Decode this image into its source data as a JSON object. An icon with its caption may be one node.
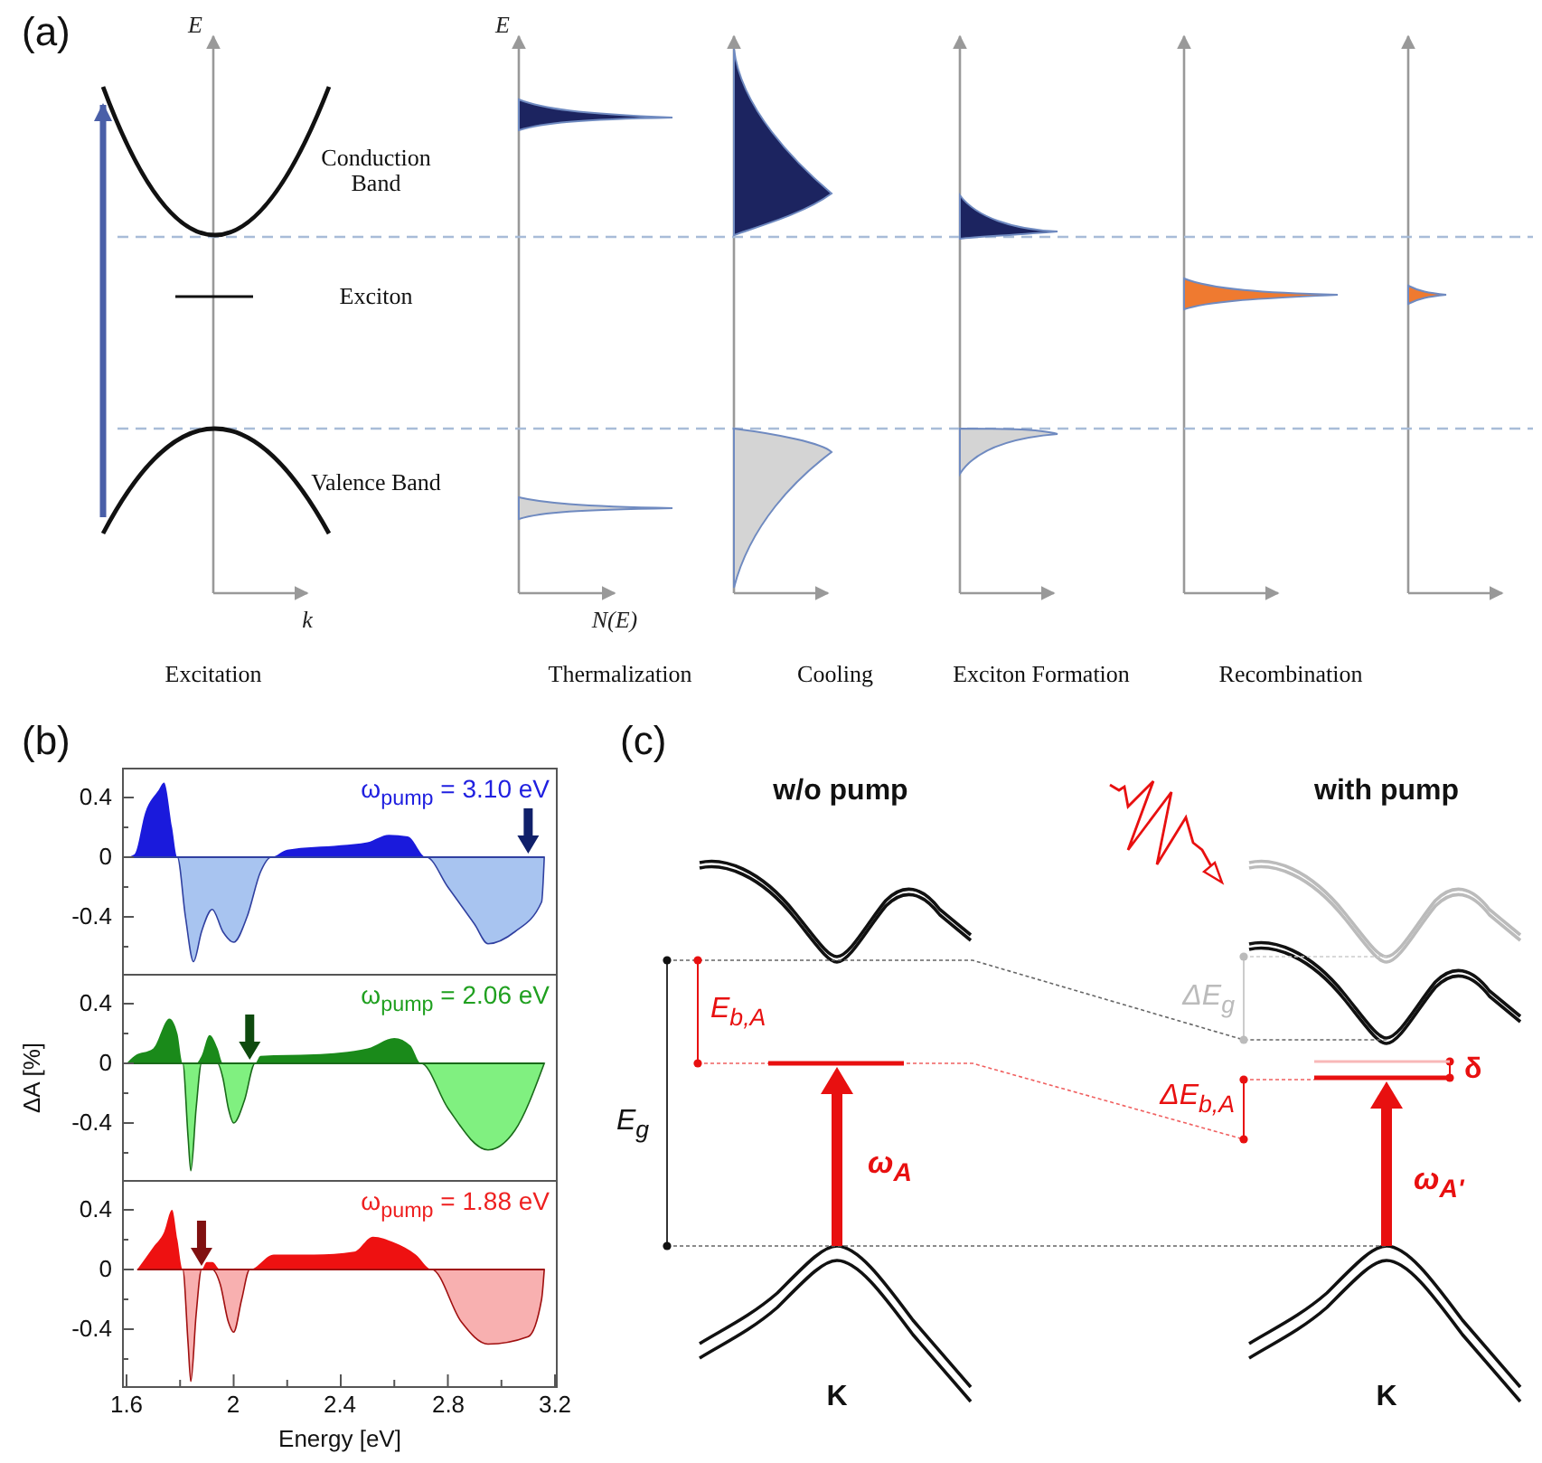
{
  "diagram": {
    "labels": [
      "(a)",
      "E",
      "E",
      "Conduction Band",
      "Exciton",
      "Valence Band",
      "k",
      "N(E)",
      "Excitation",
      "Thermalization",
      "Cooling",
      "Exciton Formation",
      "Recombination",
      "(b)",
      "ω$_{pump}$ = 3.10 eV",
      "0.4",
      "0",
      "-0.4",
      "ω$_{pump}$ = 2.06 eV",
      "ΔA [%]",
      "0.4",
      "0",
      "-0.4",
      "ω$_{pump}$ = 1.88 eV",
      "0.4",
      "0",
      "-0.4",
      "1.6",
      "2",
      "2.4",
      "2.8",
      "3.2",
      "Energy [eV]",
      "(c)",
      "w/o pump",
      "with pump",
      "E$_{b,A}$",
      "ΔE$_{g}$",
      "E$_{g}$",
      "ΔE$_{b,A}$",
      "δ",
      "ω$_{A}$",
      "ω$_{A'}$",
      "K",
      "K"
    ]
  }
}
